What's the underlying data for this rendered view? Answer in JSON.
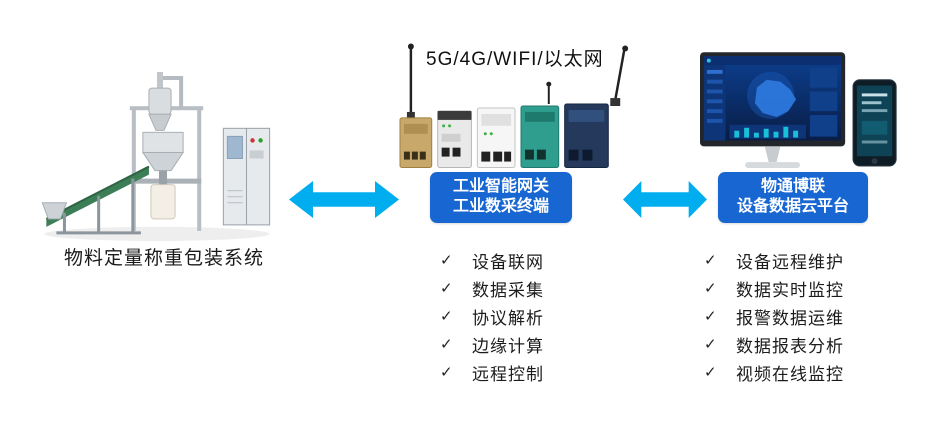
{
  "machine": {
    "caption": "物料定量称重包装系统"
  },
  "gateway": {
    "connectivity": "5G/4G/WIFI/以太网",
    "title_line1": "工业智能网关",
    "title_line2": "工业数采终端",
    "features": [
      "设备联网",
      "数据采集",
      "协议解析",
      "边缘计算",
      "远程控制"
    ]
  },
  "platform": {
    "title_line1": "物通博联",
    "title_line2": "设备数据云平台",
    "features": [
      "设备远程维护",
      "数据实时监控",
      "报警数据运维",
      "数据报表分析",
      "视频在线监控"
    ]
  },
  "glyphs": {
    "check": "✓"
  },
  "colors": {
    "arrow": "#00aeef",
    "panel_blue": "#1766d1"
  }
}
